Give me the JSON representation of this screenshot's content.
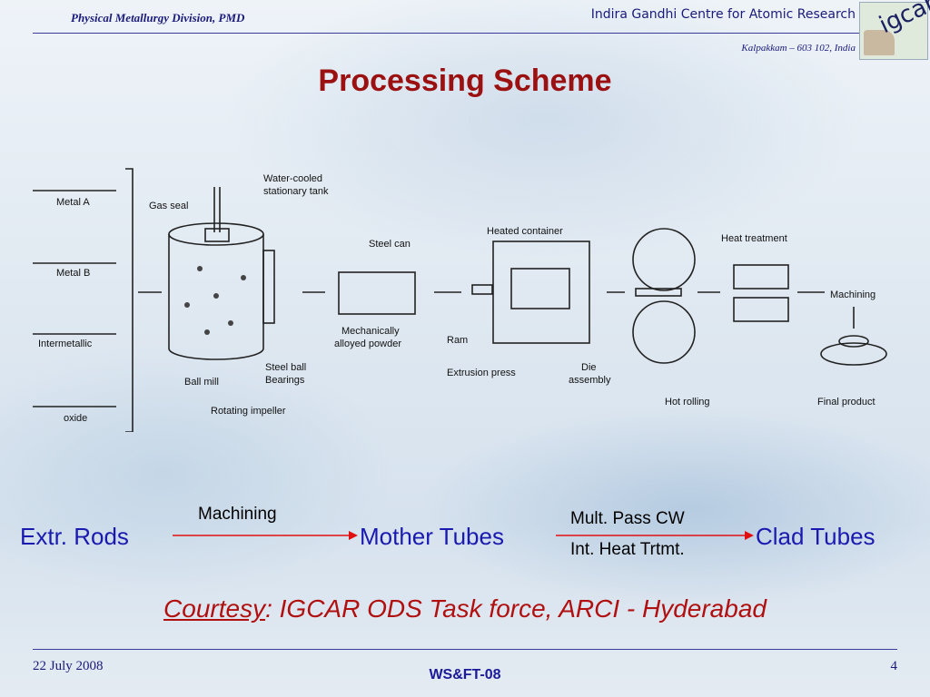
{
  "header": {
    "division": "Physical Metallurgy Division, PMD",
    "institute": "Indira Gandhi Centre for Atomic Research",
    "address": "Kalpakkam – 603 102, India",
    "logo_text": "igcar"
  },
  "title": "Processing Scheme",
  "diagram": {
    "inputs": [
      "Metal A",
      "Metal B",
      "Intermetallic",
      "oxide"
    ],
    "labels": {
      "gas_seal": "Gas seal",
      "tank_1": "Water-cooled",
      "tank_2": "stationary tank",
      "ball_mill": "Ball mill",
      "steel_ball_1": "Steel ball",
      "steel_ball_2": "Bearings",
      "impeller": "Rotating impeller",
      "steel_can": "Steel can",
      "powder_1": "Mechanically",
      "powder_2": "alloyed powder",
      "heated_container": "Heated container",
      "ram": "Ram",
      "extrusion_press": "Extrusion press",
      "die_1": "Die",
      "die_2": "assembly",
      "hot_rolling": "Hot rolling",
      "heat_treatment": "Heat treatment",
      "machining": "Machining",
      "final_product": "Final product"
    }
  },
  "flow": {
    "extr_rods": "Extr. Rods",
    "machining": "Machining",
    "mother_tubes": "Mother Tubes",
    "cw_label": "Mult. Pass CW",
    "heat_label": "Int. Heat Trtmt.",
    "clad_tubes": "Clad Tubes",
    "arrow_color": "#e01010"
  },
  "courtesy": {
    "label": "Courtesy",
    "text": ": IGCAR ODS Task force, ARCI - Hyderabad"
  },
  "footer": {
    "date": "22 July 2008",
    "event": "WS&FT-08",
    "page": "4"
  }
}
